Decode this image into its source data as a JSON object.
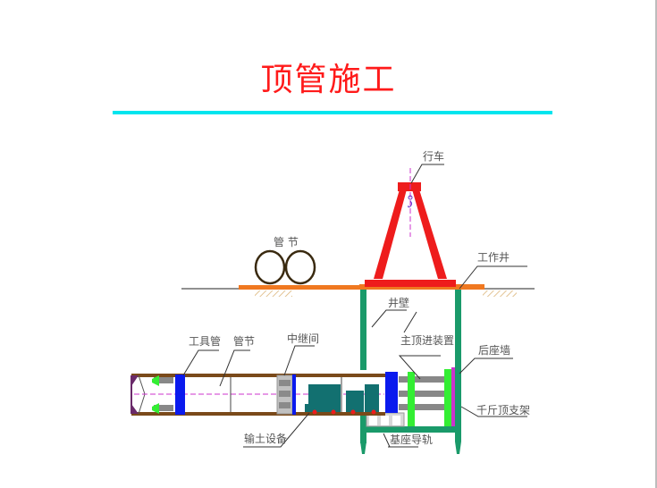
{
  "title": "顶管施工",
  "colors": {
    "title": "#ff1a1a",
    "title_rule": "#00e5ee",
    "crane": "#ee1c1c",
    "ground_plank": "#f07820",
    "shaft_wall": "#1a9a6a",
    "pipe_wall": "#7a4a1a",
    "jack_ring": "#0a1aee",
    "jack_frame": "#33ee33",
    "back_wall_plate": "#cc33cc",
    "spoil_equipment": "#127070",
    "rails": "#888888"
  },
  "labels": {
    "crane": "行车",
    "pipe_sections_stock": "管 节",
    "work_shaft": "工作井",
    "shaft_wall": "井壁",
    "tool_pipe": "工具管",
    "pipe_section": "管节",
    "relay_station": "中继间",
    "main_jacking_device": "主顶进装置",
    "back_wall": "后座墙",
    "jack_support_frame": "千斤顶支架",
    "spoil_removal_equipment": "输土设备",
    "base_guide_rail": "基座导轨"
  }
}
